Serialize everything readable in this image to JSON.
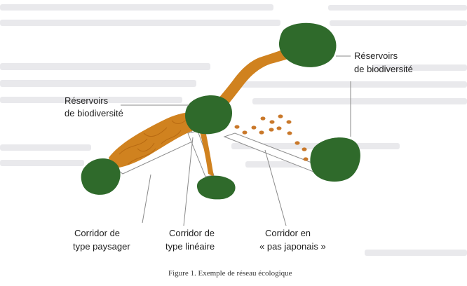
{
  "labels": {
    "reservoir_center_line1": "Réservoirs",
    "reservoir_center_line2": "de biodiversité",
    "reservoir_right_line1": "Réservoirs",
    "reservoir_right_line2": "de biodiversité",
    "corridor_landscape_line1": "Corridor de",
    "corridor_landscape_line2": "type paysager",
    "corridor_linear_line1": "Corridor de",
    "corridor_linear_line2": "type linéaire",
    "corridor_stepping_line1": "Corridor en",
    "corridor_stepping_line2": "« pas japonais »"
  },
  "caption": "Figure 1. Exemple de réseau écologique",
  "colors": {
    "reservoir": "#2f6a2b",
    "corridor": "#d0821f",
    "stepping_stone": "#c9782a",
    "background_text": "#e9e9ec"
  }
}
